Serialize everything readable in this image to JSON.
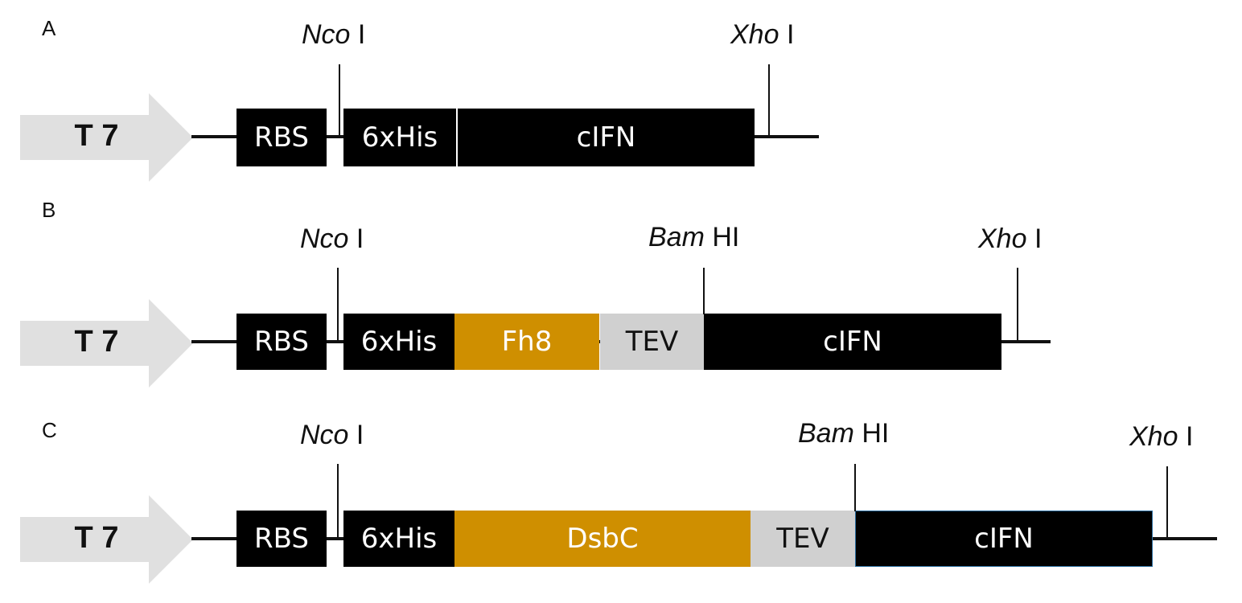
{
  "panels": [
    {
      "label": "A",
      "promoter": "T 7",
      "sites": [
        {
          "name": "Nco",
          "suffix": " I"
        },
        {
          "name": "Xho",
          "suffix": " I"
        }
      ],
      "boxes": [
        "RBS",
        "6xHis",
        "cIFN"
      ]
    },
    {
      "label": "B",
      "promoter": "T 7",
      "sites": [
        {
          "name": "Nco",
          "suffix": " I"
        },
        {
          "name": "Bam",
          "suffix": " HI"
        },
        {
          "name": "Xho",
          "suffix": " I"
        }
      ],
      "boxes": [
        "RBS",
        "6xHis",
        "Fh8",
        "TEV",
        "cIFN"
      ]
    },
    {
      "label": "C",
      "promoter": "T 7",
      "sites": [
        {
          "name": "Nco",
          "suffix": " I"
        },
        {
          "name": "Bam",
          "suffix": " HI"
        },
        {
          "name": "Xho",
          "suffix": " I"
        }
      ],
      "boxes": [
        "RBS",
        "6xHis",
        "DsbC",
        "TEV",
        "cIFN"
      ]
    }
  ],
  "colors": {
    "dark_box": "#000000",
    "tag_box": "#cf8f00",
    "tev_box": "#d0d0d0",
    "promoter_arrow": "#e0e0e0"
  }
}
